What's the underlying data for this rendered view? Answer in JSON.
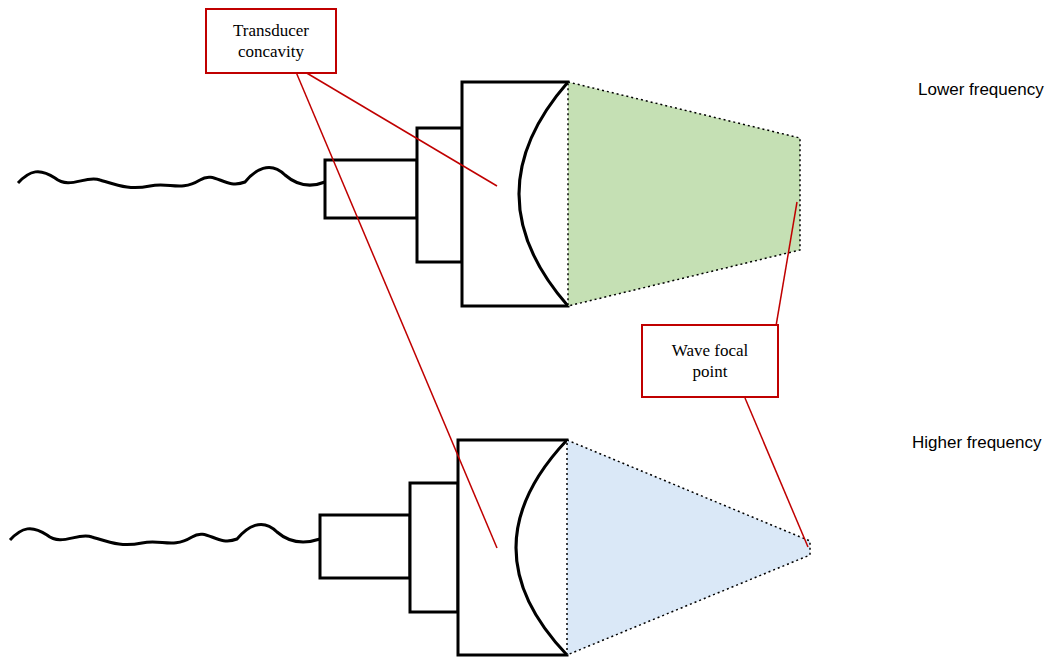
{
  "diagram": {
    "nodes": [
      {
        "text": [
          "Transducer concavity"
        ]
      },
      {
        "text": [
          "Wave focal point"
        ]
      }
    ],
    "labels": [
      "Lower frequency",
      "Higher frequency"
    ]
  }
}
